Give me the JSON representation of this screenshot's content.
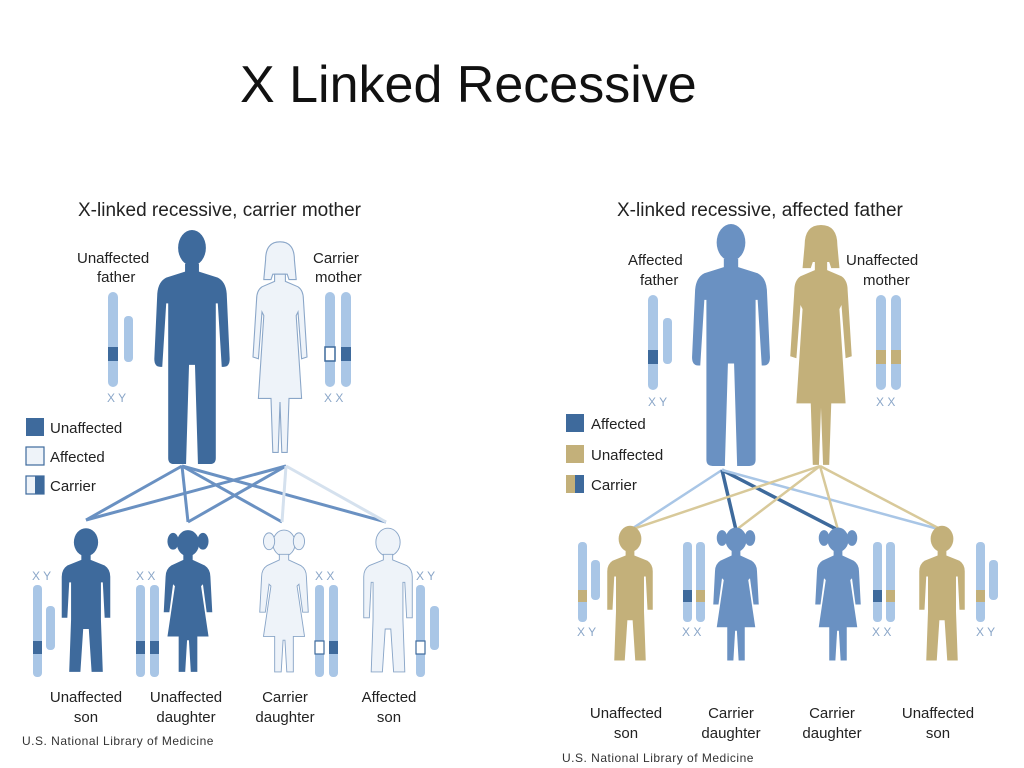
{
  "slide_title": "X Linked Recessive",
  "left_panel": {
    "title": "X-linked recessive, carrier mother",
    "father_label": [
      "Unaffected",
      "father"
    ],
    "mother_label": [
      "Carrier",
      "mother"
    ],
    "father_chrom": "X Y",
    "mother_chrom": "X X",
    "legend": [
      "Unaffected",
      "Affected",
      "Carrier"
    ],
    "children": [
      {
        "label": [
          "Unaffected",
          "son"
        ],
        "chrom": "X Y"
      },
      {
        "label": [
          "Unaffected",
          "daughter"
        ],
        "chrom": "X X"
      },
      {
        "label": [
          "Carrier",
          "daughter"
        ],
        "chrom": "X X"
      },
      {
        "label": [
          "Affected",
          "son"
        ],
        "chrom": "X Y"
      }
    ],
    "credit": "U.S. National Library of Medicine"
  },
  "right_panel": {
    "title": "X-linked recessive, affected father",
    "father_label": [
      "Affected",
      "father"
    ],
    "mother_label": [
      "Unaffected",
      "mother"
    ],
    "father_chrom": "X Y",
    "mother_chrom": "X X",
    "legend": [
      "Affected",
      "Unaffected",
      "Carrier"
    ],
    "children": [
      {
        "label": [
          "Unaffected",
          "son"
        ],
        "chrom": "X Y"
      },
      {
        "label": [
          "Carrier",
          "daughter"
        ],
        "chrom": "X X"
      },
      {
        "label": [
          "Carrier",
          "daughter"
        ],
        "chrom": "X X"
      },
      {
        "label": [
          "Unaffected",
          "son"
        ],
        "chrom": "X Y"
      }
    ],
    "credit": "U.S. National Library of Medicine"
  },
  "colors": {
    "dark_blue": "#3e6a9c",
    "mid_blue": "#6a91c2",
    "light_blue": "#a9c6e6",
    "pale": "#eef3f9",
    "tan": "#c3b07a",
    "outline": "#8aa6c8"
  }
}
